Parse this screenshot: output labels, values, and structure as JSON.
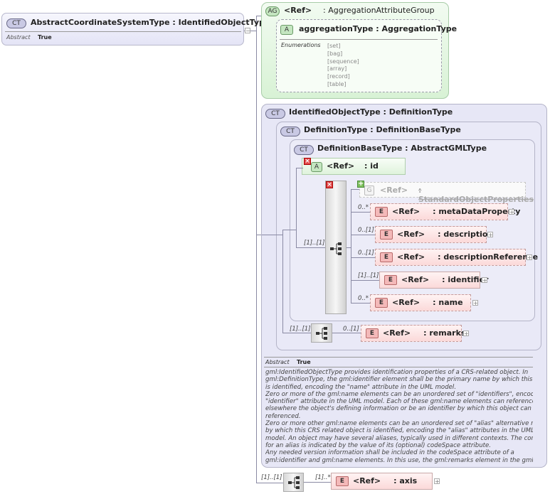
{
  "root": {
    "tag": "CT",
    "title": "AbstractCoordinateSystemType : IdentifiedObjectType",
    "prop_name": "Abstract",
    "prop_value": "True"
  },
  "aggregation_group": {
    "tag": "AG",
    "ref": "<Ref>",
    "name": ": AggregationAttributeGroup",
    "attribute": {
      "tag": "A",
      "title": "aggregationType : AggregationType",
      "enum_label": "Enumerations",
      "values": [
        "[set]",
        "[bag]",
        "[sequence]",
        "[array]",
        "[record]",
        "[table]"
      ]
    }
  },
  "identified_object": {
    "tag": "CT",
    "title": "IdentifiedObjectType : DefinitionType",
    "definition": {
      "tag": "CT",
      "title": "DefinitionType : DefinitionBaseType",
      "base": {
        "tag": "CT",
        "title": "DefinitionBaseType : AbstractGMLType",
        "id_attr": {
          "tag": "A",
          "ref": "<Ref>",
          "name": ": id"
        },
        "seq_card": "[1]..[1]",
        "group": {
          "tag": "G",
          "ref": "<Ref>",
          "name": ": StandardObjectProperties"
        },
        "elements": [
          {
            "tag": "E",
            "card": "0..*",
            "ref": "<Ref>",
            "name": ": metaDataProperty"
          },
          {
            "tag": "E",
            "card": "0..[1]",
            "ref": "<Ref>",
            "name": ": description"
          },
          {
            "tag": "E",
            "card": "0..[1]",
            "ref": "<Ref>",
            "name": ": descriptionReference"
          },
          {
            "tag": "E",
            "card": "[1]..[1]",
            "ref": "<Ref>",
            "name": ": identifier"
          },
          {
            "tag": "E",
            "card": "0..*",
            "ref": "<Ref>",
            "name": ": name"
          }
        ]
      },
      "seq_card": "[1]..[1]",
      "remarks": {
        "tag": "E",
        "card": "0..[1]",
        "ref": "<Ref>",
        "name": ": remarks"
      }
    },
    "prop_name": "Abstract",
    "prop_value": "True",
    "documentation": [
      "gml:IdentifiedObjectType provides identification properties of a CRS-related object. In",
      "gml:DefinitionType, the gml:identifier element shall be the primary name by which this object",
      "is identified, encoding the \"name\" attribute in the UML model.",
      "Zero or more of the gml:name elements can be an unordered set of \"identifiers\", encoding the",
      "\"identifier\" attribute in the UML model. Each of these gml:name elements can reference",
      "elsewhere the object's defining information or be an identifier by which this object can be",
      "referenced.",
      "Zero or more other gml:name elements can be an unordered set of \"alias\" alternative names",
      "by which this CRS related object is identified, encoding the \"alias\" attributes in the UML",
      "model. An object may have several aliases, typically used in different contexts. The context",
      "for an alias is indicated by the value of its (optional) codeSpace attribute.",
      "Any needed version information shall be included in the codeSpace attribute of a",
      "gml:identifier and gml:name elements. In this use, the gml:remarks element in the gml:Definiti"
    ]
  },
  "bottom": {
    "seq_card": "[1]..[1]",
    "axis": {
      "tag": "E",
      "card": "[1]..*",
      "ref": "<Ref>",
      "name": ": axis"
    }
  },
  "colors": {
    "complex_type": "#e4e4f6",
    "attribute_group": "#d8f2d5",
    "element": "#fbd9d9",
    "connector": "#8a8aa4"
  },
  "icons": {
    "sequence": "sequence-compositor-icon",
    "optional_attr": "prohibited-x-icon",
    "group_expand": "expand-plus-icon"
  }
}
